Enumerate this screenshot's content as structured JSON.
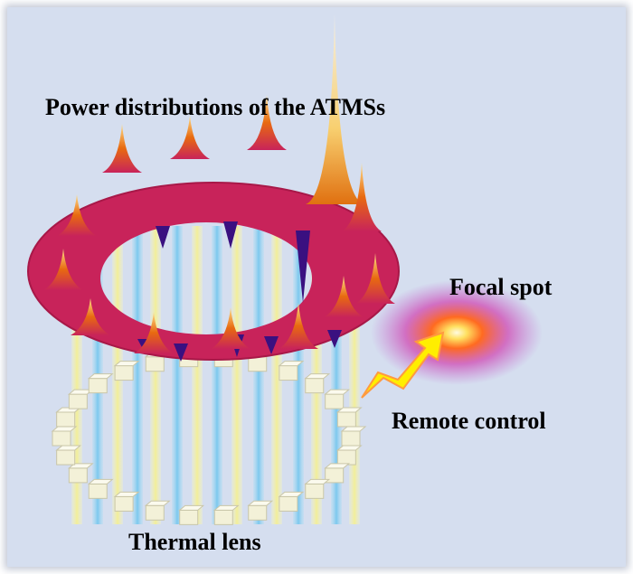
{
  "labels": {
    "title": "Power distributions of the ATMSs",
    "focal_spot": "Focal spot",
    "remote_control": "Remote control",
    "thermal_lens": "Thermal lens"
  },
  "colors": {
    "background": "#d5deef",
    "ring": "#c8235a",
    "peak": "#f0a020",
    "beam_yellow": "#f2f0a8",
    "beam_blue": "#8fd0f0",
    "arrow": "#ffee00",
    "block": "#f3f1d8"
  }
}
